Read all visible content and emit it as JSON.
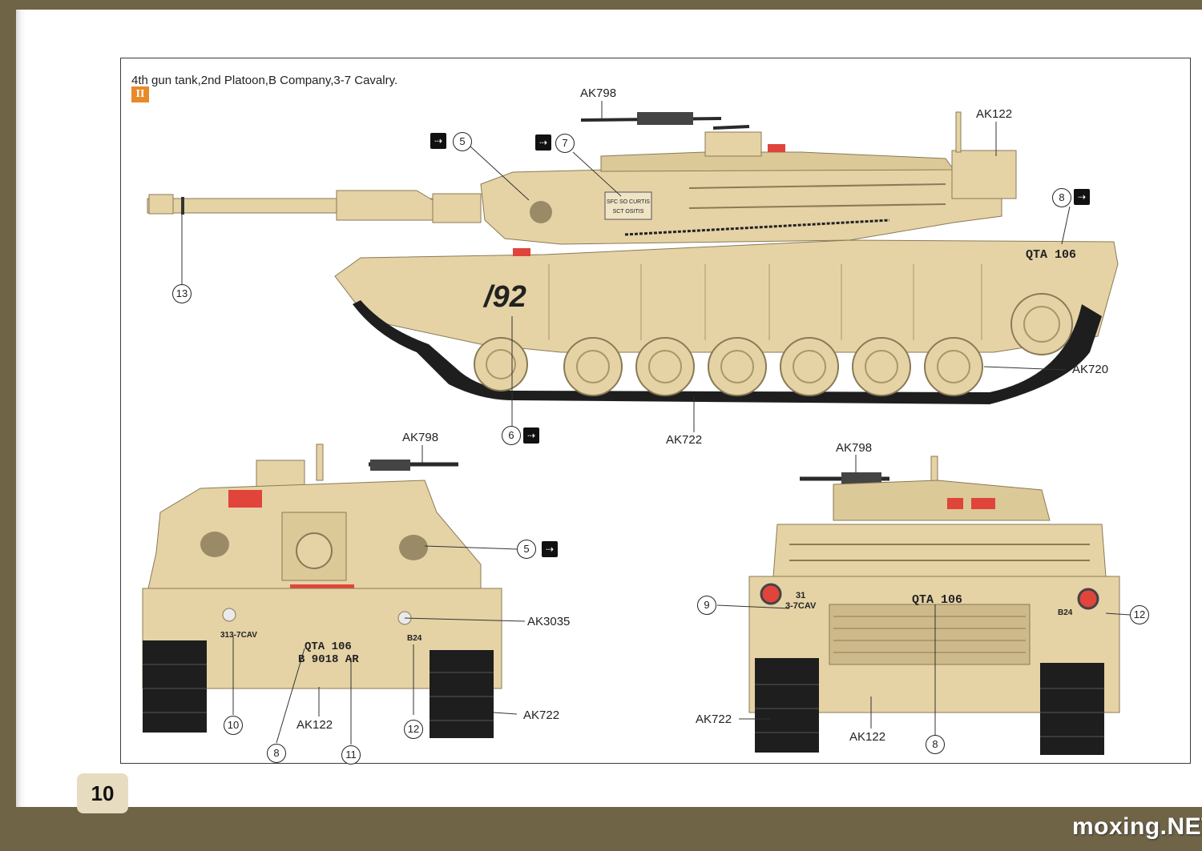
{
  "caption": "4th gun tank,2nd Platoon,B Company,3-7 Cavalry.",
  "variant_badge": "II",
  "page_number": "10",
  "watermark": "moxing.NET",
  "side_view": {
    "turret_number": "/92",
    "hull_plate": "QTA 106",
    "turret_marking": [
      "SFC SO CURTIS",
      "SCT OSITIS"
    ],
    "labels": {
      "mg_color": "AK798",
      "rear_color": "AK122",
      "wheel_color": "AK720",
      "track_color": "AK722"
    },
    "callouts": [
      "5",
      "7",
      "8",
      "13",
      "6"
    ]
  },
  "front_view": {
    "unit_marking": "313-7CAV",
    "plate_line1": "QTA 106",
    "plate_line2": "B 9018 AR",
    "bumper_code": "B24",
    "labels": {
      "mg_color": "AK798",
      "light_color": "AK3035",
      "body_color": "AK122",
      "track_color": "AK722"
    },
    "callouts": [
      "5",
      "10",
      "8",
      "11",
      "12"
    ]
  },
  "rear_view": {
    "unit_marking_line1": "31",
    "unit_marking_line2": "3-7CAV",
    "plate": "QTA 106",
    "bumper_code": "B24",
    "labels": {
      "mg_color": "AK798",
      "body_color": "AK122",
      "track_color": "AK722"
    },
    "callouts": [
      "9",
      "12",
      "8"
    ]
  },
  "colors": {
    "sand": "#e5d3a6",
    "sand_shadow": "#cdb98a",
    "track": "#1e1e1e",
    "red_light": "#e0443b",
    "badge_orange": "#e98a2a"
  },
  "icons": {
    "decal_icon": "decal-placement-icon"
  }
}
